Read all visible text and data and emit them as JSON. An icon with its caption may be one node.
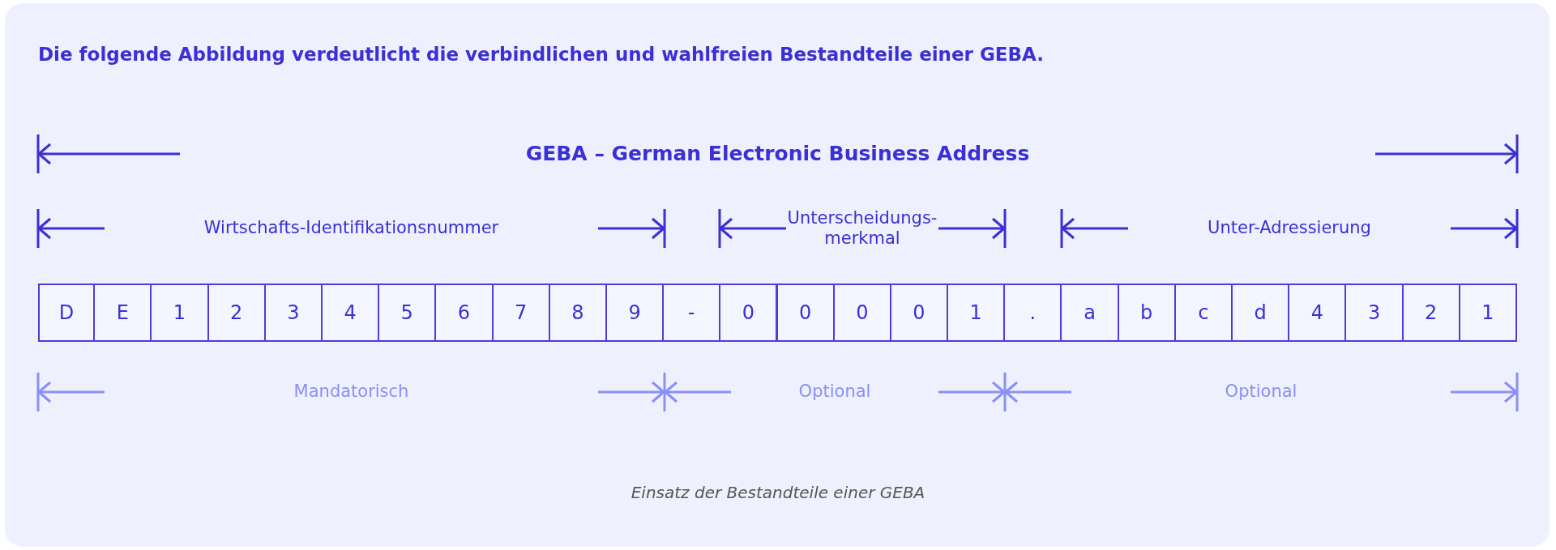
{
  "diagram": {
    "title": "Die folgende Abbildung verdeutlicht die verbindlichen und wahlfreien Bestandteile einer GEBA.",
    "caption": "Einsatz der Bestandteile einer GEBA",
    "labels": [
      "GEBA – German Electronic Business Address",
      "Wirtschafts-Identifikationsnummer",
      "Unterscheidungs-merkmal",
      "Unter-Adressierung",
      "D",
      "E",
      "1",
      "2",
      "3",
      "4",
      "5",
      "6",
      "7",
      "8",
      "9",
      "-",
      "0",
      "0",
      "0",
      "0",
      "1",
      ".",
      "a",
      "b",
      "c",
      "d",
      "4",
      "3",
      "2",
      "1",
      "Mandatorisch",
      "Optional",
      "Optional"
    ]
  }
}
